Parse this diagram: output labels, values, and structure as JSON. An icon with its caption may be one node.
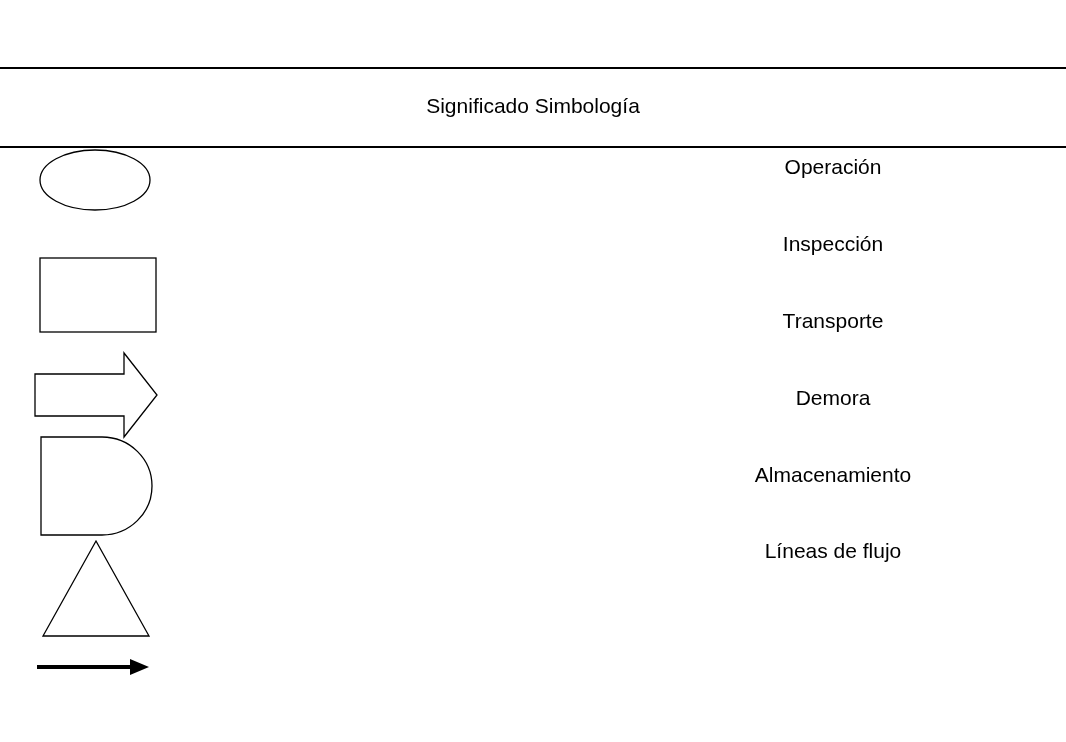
{
  "diagram": {
    "title": "Significado Simbología",
    "legend": [
      {
        "text": "Operación"
      },
      {
        "text": "Inspección"
      },
      {
        "text": "Transporte"
      },
      {
        "text": "Demora"
      },
      {
        "text": "Almacenamiento"
      },
      {
        "text": "Líneas de flujo"
      }
    ]
  }
}
